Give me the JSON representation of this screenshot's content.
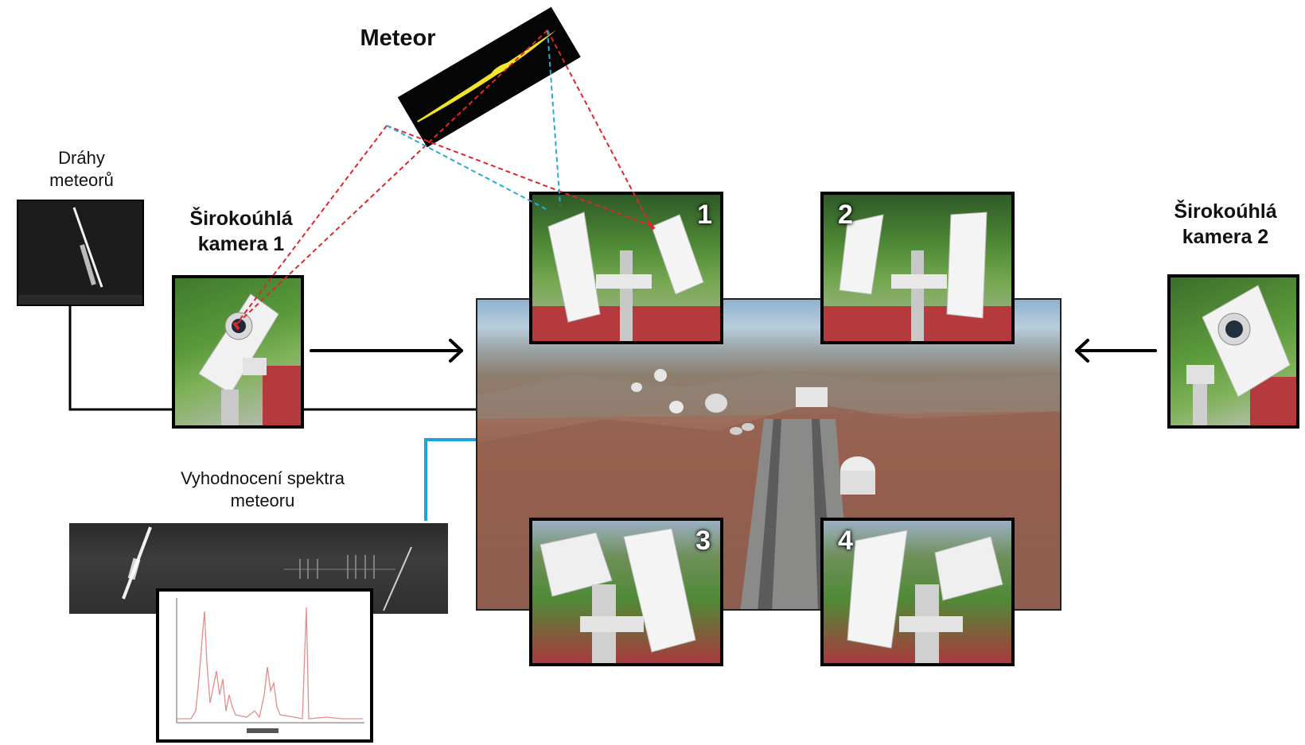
{
  "labels": {
    "meteor": "Meteor",
    "drahy_line1": "Dráhy",
    "drahy_line2": "meteorů",
    "wide_cam1_line1": "Širokoúhlá",
    "wide_cam1_line2": "kamera 1",
    "wide_cam2_line1": "Širokoúhlá",
    "wide_cam2_line2": "kamera 2",
    "spectrum_line1": "Vyhodnocení spektra",
    "spectrum_line2": "meteoru"
  },
  "camera_numbers": [
    "1",
    "2",
    "3",
    "4"
  ],
  "colors": {
    "red_sightline": "#e0262a",
    "blue_sightline": "#27a9dc",
    "blue_connector": "#1aa3dd",
    "meteor_trail": "#f2e22a",
    "spectrum_curve": "#e58c8c"
  }
}
